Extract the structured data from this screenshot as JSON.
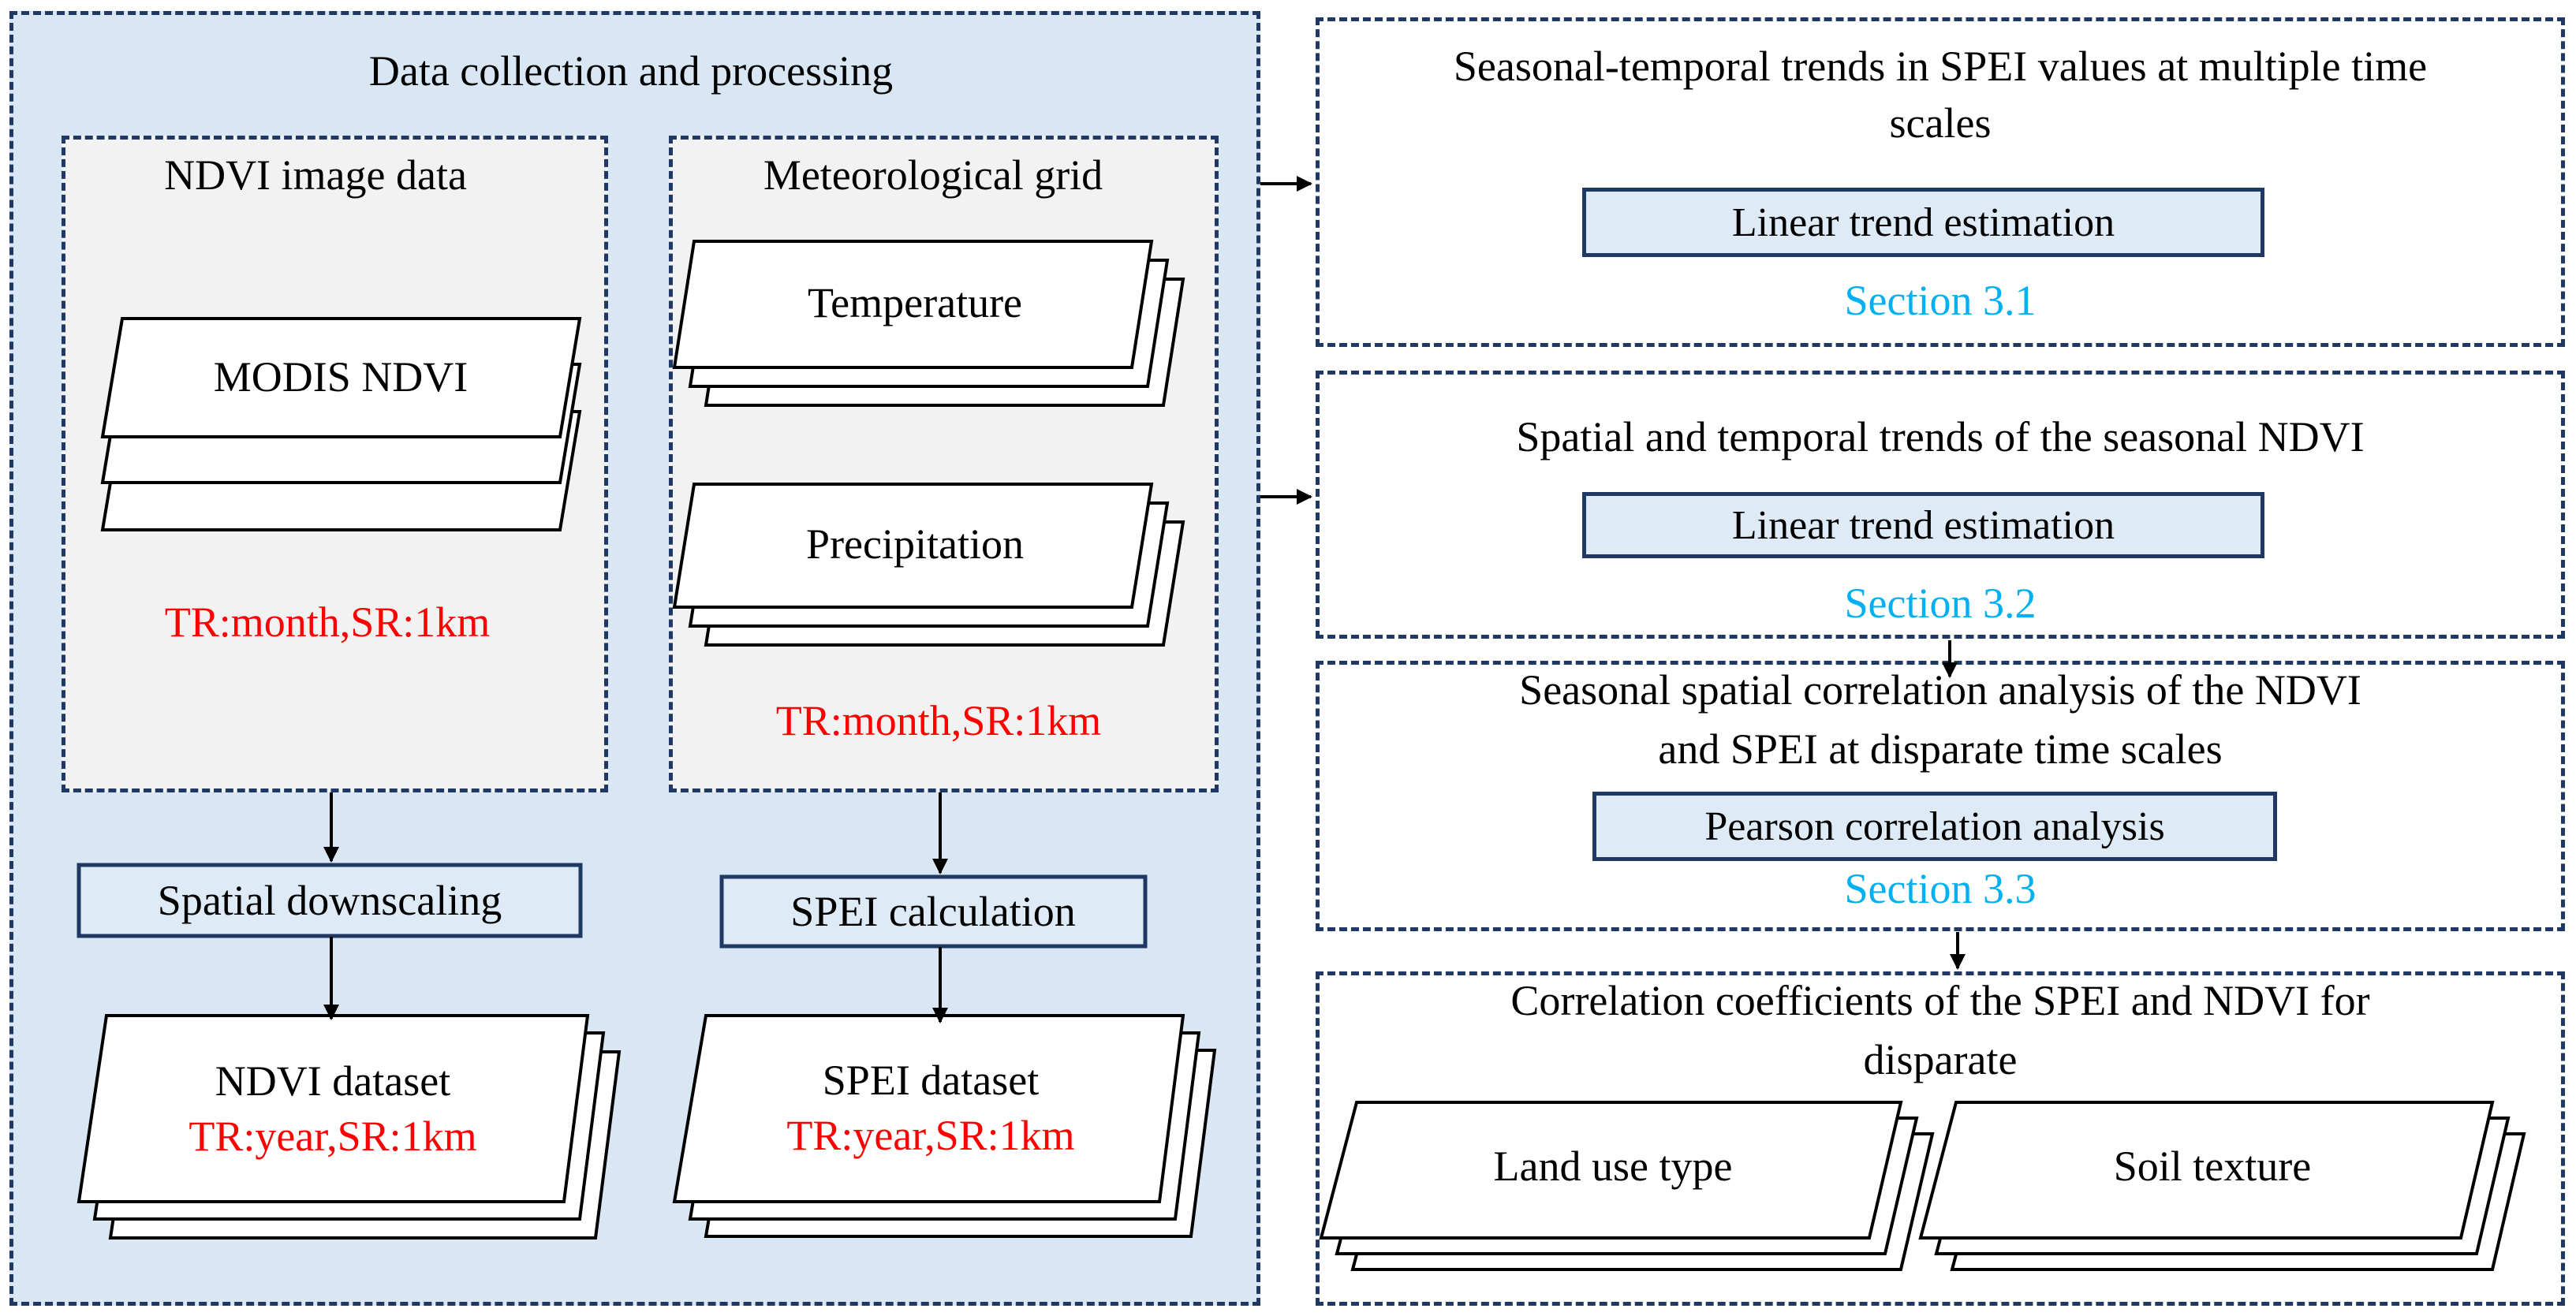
{
  "left_panel": {
    "title": "Data collection and processing",
    "ndvi_group": {
      "title": "NDVI image data",
      "stack_label": "MODIS NDVI",
      "resolution": "TR:month,SR:1km"
    },
    "meteo_group": {
      "title": "Meteorological grid",
      "stack1_label": "Temperature",
      "stack2_label": "Precipitation",
      "resolution": "TR:month,SR:1km"
    },
    "process_left": "Spatial downscaling",
    "process_right": "SPEI calculation",
    "output_left": {
      "label": "NDVI dataset",
      "resolution": "TR:year,SR:1km"
    },
    "output_right": {
      "label": "SPEI dataset",
      "resolution": "TR:year,SR:1km"
    }
  },
  "right_panel": {
    "box1": {
      "title_line1": "Seasonal-temporal trends in SPEI values at multiple time",
      "title_line2": "scales",
      "method": "Linear trend estimation",
      "section": "Section 3.1"
    },
    "box2": {
      "title_line1": "Spatial and temporal trends of the seasonal NDVI",
      "method": "Linear trend estimation",
      "section": "Section 3.2"
    },
    "box3": {
      "title_line1": "Seasonal spatial correlation analysis of the NDVI",
      "title_line2": "and SPEI at disparate time scales",
      "method": "Pearson correlation analysis",
      "section": "Section 3.3"
    },
    "box4": {
      "title_line1": "Correlation coefficients of the SPEI and NDVI for",
      "title_line2": "disparate",
      "stack1_label": "Land use type",
      "stack2_label": "Soil texture"
    }
  },
  "colors": {
    "border": "#1f3864",
    "panel_fill": "#d9e7f5",
    "group_fill": "#f2f2f2",
    "method_fill": "#deebf7",
    "resolution_text": "#ff0000",
    "section_text": "#00b0f0"
  }
}
